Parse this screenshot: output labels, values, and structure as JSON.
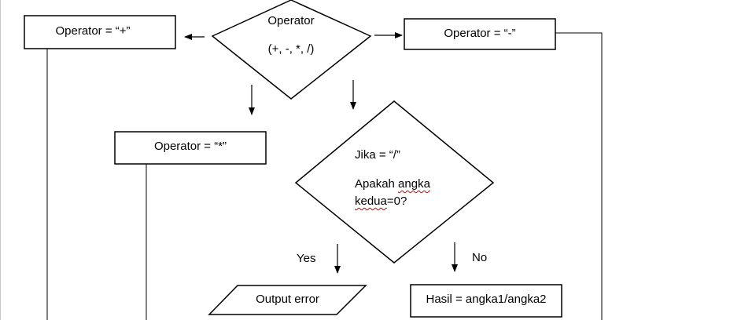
{
  "diagram": {
    "decision_operator": {
      "title": "Operator",
      "symbols": "(+, -, *, /)"
    },
    "box_plus": "Operator = “+”",
    "box_minus": "Operator = “-”",
    "box_multiply": "Operator = “*”",
    "decision_divide": {
      "line1": "Jika = “/”",
      "line2_word1": "Apakah",
      "line2_word2": "angka",
      "line3_word1": "kedua",
      "line3_rest": "=0?"
    },
    "label_yes": "Yes",
    "label_no": "No",
    "output_error": "Output error",
    "result_box": "Hasil = angka1/angka2"
  }
}
